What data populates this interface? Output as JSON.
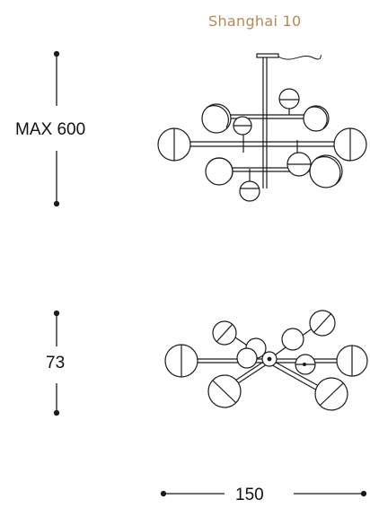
{
  "title": "Shanghai 10",
  "dimensions": {
    "height_max": "MAX 600",
    "canopy_height": "73",
    "width": "150"
  },
  "colors": {
    "title": "#b08a5e",
    "line": "#1a1a1a",
    "background": "#ffffff"
  }
}
